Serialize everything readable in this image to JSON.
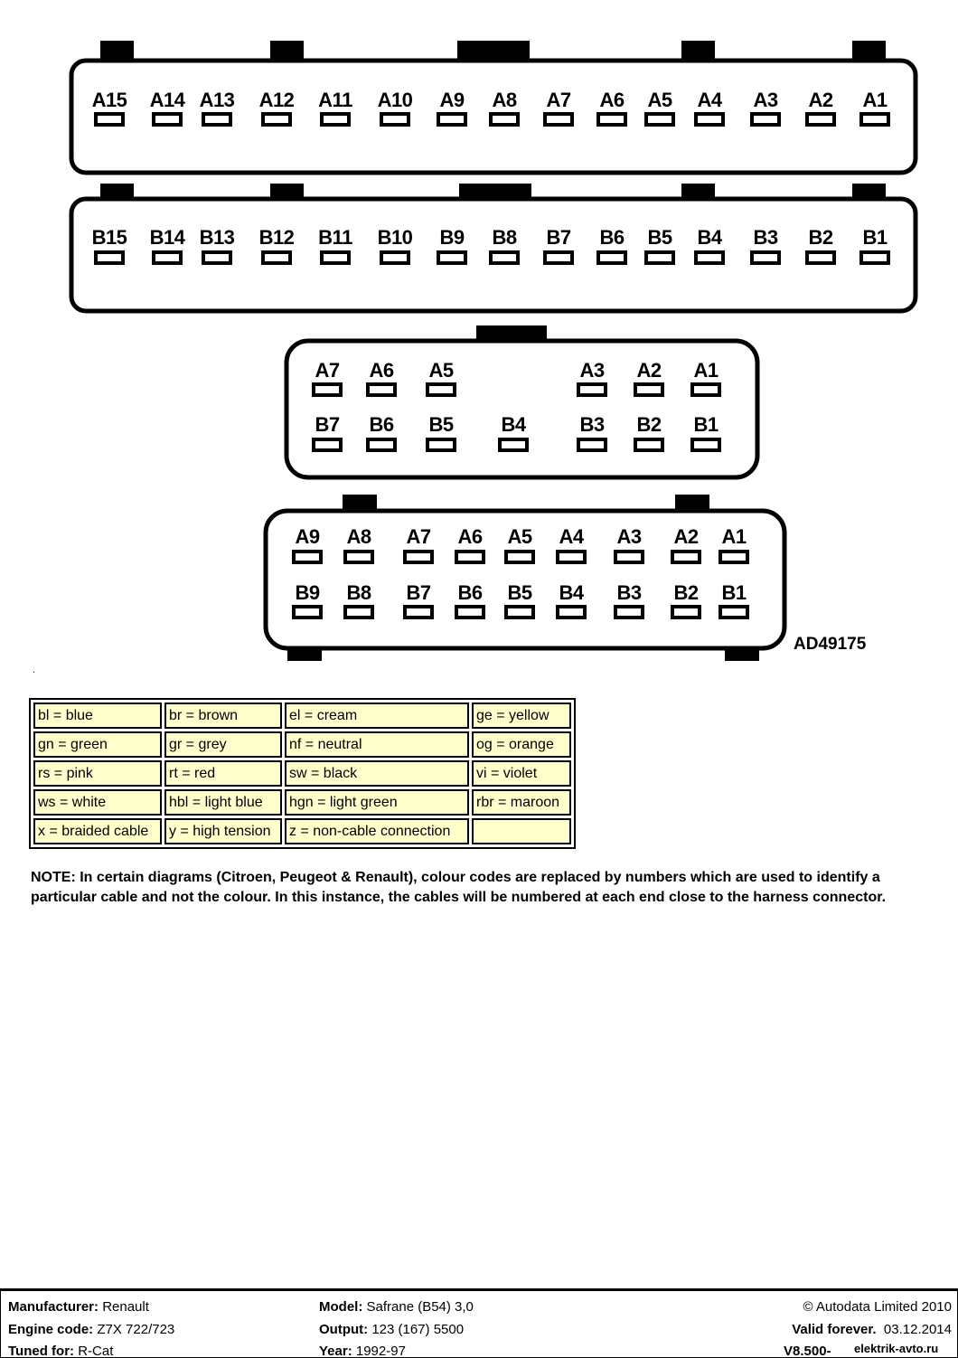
{
  "connectors": [
    {
      "rows": [
        [
          "A15",
          "A14",
          "A13",
          "A12",
          "A11",
          "A10",
          "A9",
          "A8",
          "A7",
          "A6",
          "A5",
          "A4",
          "A3",
          "A2",
          "A1"
        ]
      ]
    },
    {
      "rows": [
        [
          "B15",
          "B14",
          "B13",
          "B12",
          "B11",
          "B10",
          "B9",
          "B8",
          "B7",
          "B6",
          "B5",
          "B4",
          "B3",
          "B2",
          "B1"
        ]
      ]
    },
    {
      "rows": [
        [
          "A7",
          "A6",
          "A5",
          "A3",
          "A2",
          "A1"
        ],
        [
          "B7",
          "B6",
          "B5",
          "B4",
          "B3",
          "B2",
          "B1"
        ]
      ]
    },
    {
      "rows": [
        [
          "A9",
          "A8",
          "A7",
          "A6",
          "A5",
          "A4",
          "A3",
          "A2",
          "A1"
        ],
        [
          "B9",
          "B8",
          "B7",
          "B6",
          "B5",
          "B4",
          "B3",
          "B2",
          "B1"
        ]
      ]
    }
  ],
  "reference_code": "AD49175",
  "dot": ".",
  "legend": [
    [
      "bl = blue",
      "br = brown",
      "el = cream",
      "ge = yellow"
    ],
    [
      "gn = green",
      "gr = grey",
      "nf = neutral",
      "og = orange"
    ],
    [
      "rs = pink",
      "rt = red",
      "sw = black",
      "vi = violet"
    ],
    [
      "ws = white",
      "hbl = light blue",
      "hgn = light green",
      "rbr = maroon"
    ],
    [
      "x = braided cable",
      "y = high tension",
      "z = non-cable connection",
      ""
    ]
  ],
  "note": "NOTE: In certain diagrams (Citroen, Peugeot & Renault), colour codes are replaced by numbers which are used to identify a particular cable and not the colour. In this instance, the cables will be numbered at each end close to the harness connector.",
  "footer": {
    "manufacturer_label": "Manufacturer:",
    "manufacturer": "Renault",
    "engine_code_label": "Engine code:",
    "engine_code": "Z7X 722/723",
    "tuned_for_label": "Tuned for:",
    "tuned_for": "R-Cat",
    "model_label": "Model:",
    "model": "Safrane (B54) 3,0",
    "output_label": "Output:",
    "output": "123 (167) 5500",
    "year_label": "Year:",
    "year": "1992-97",
    "copyright": "© Autodata Limited 2010",
    "valid_label": "Valid forever.",
    "valid_date": "03.12.2014",
    "version_label": "V8.500-",
    "watermark": "elektrik-avto.ru"
  }
}
